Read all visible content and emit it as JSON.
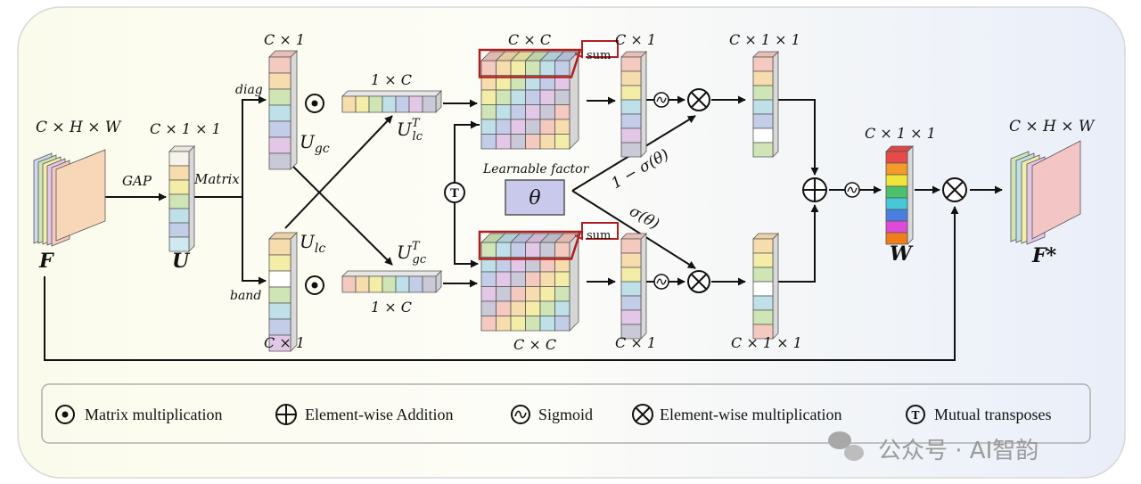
{
  "colors": {
    "pastel": [
      "#f4c9c0",
      "#f7dcae",
      "#f3eda8",
      "#cfe5b5",
      "#bfe0e8",
      "#c3cde8",
      "#e2c8e6",
      "#c9c9d8",
      "#ffffff"
    ],
    "w_vector": [
      "#e84a4a",
      "#f39a2b",
      "#f2e53a",
      "#4cc06a",
      "#45c9d8",
      "#4a7fe0",
      "#e04ad8",
      "#f07d1b"
    ],
    "highlight": "#b01f1f",
    "theta_box": "#c9c9ec"
  },
  "labels": {
    "chw_in": "C × H × W",
    "f_in": "F",
    "gap": "GAP",
    "c11_u": "C × 1 × 1",
    "u": "U",
    "matrix": "Matrix",
    "diag": "diag",
    "band": "band",
    "c1_top": "C × 1",
    "c1_bottom": "C × 1",
    "u_gc": "U",
    "u_gc_sub": "gc",
    "u_lc": "U",
    "u_lc_sub": "lc",
    "onec_top": "1 × C",
    "onec_bottom": "1 × C",
    "ult_main": "U",
    "ult_sup": "T",
    "ult_sub": "lc",
    "ugt_main": "U",
    "ugt_sup": "T",
    "ugt_sub": "gc",
    "cxc_top": "C × C",
    "cxc_bottom": "C × C",
    "sum_top": "sum",
    "sum_bottom": "sum",
    "c1_mid_top": "C × 1",
    "c1_mid_bottom": "C × 1",
    "learnable": "Learnable factor",
    "theta": "θ",
    "one_minus_sigma": "1 − σ(θ)",
    "sigma_theta": "σ(θ)",
    "c11_r_top": "C × 1 × 1",
    "c11_r_bottom": "C × 1 × 1",
    "c11_w": "C × 1 × 1",
    "w": "W",
    "chw_out": "C × H × W",
    "f_out": "F*",
    "t_symbol": "T"
  },
  "legend": {
    "matmul": "Matrix multiplication",
    "add": "Element-wise Addition",
    "sigmoid": "Sigmoid",
    "mult": "Element-wise multiplication",
    "transpose": "Mutual transposes",
    "t_symbol": "T"
  },
  "watermark": "公众号 · AI智韵"
}
